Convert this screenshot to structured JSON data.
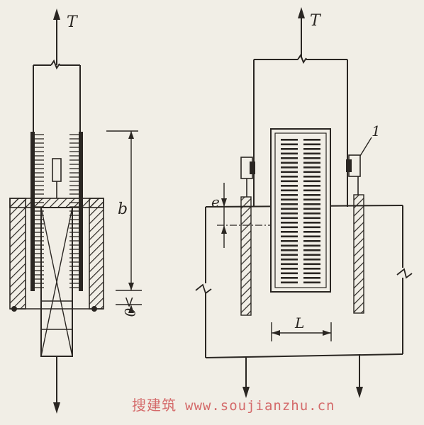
{
  "labels": {
    "tension_left": "T",
    "tension_right": "T",
    "length_b": "b",
    "gap_zero": ">0",
    "offset_e": "e",
    "length_L": "L",
    "marker_1": "1"
  },
  "watermark": {
    "logo_text": "搜建筑",
    "url": "www.soujianzhu.cn",
    "color": "#d46a6a"
  }
}
